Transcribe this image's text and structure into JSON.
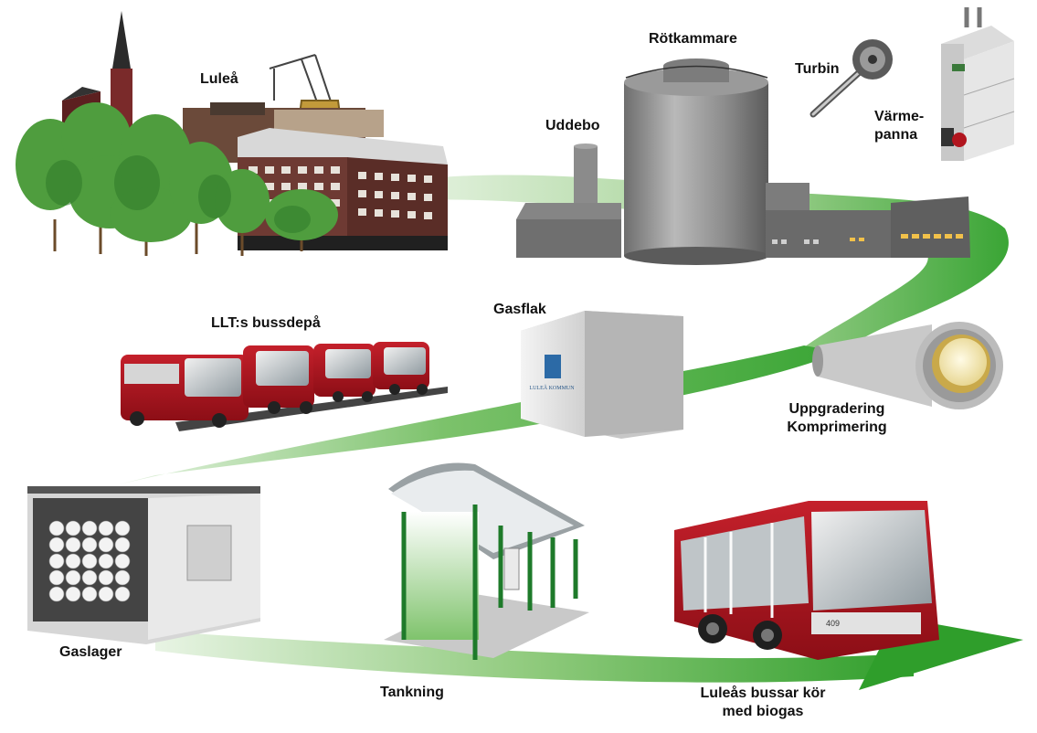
{
  "labels": {
    "lulea": "Luleå",
    "rotkammare": "Rötkammare",
    "turbin": "Turbin",
    "varmepanna_1": "Värme-",
    "varmepanna_2": "panna",
    "uddebo": "Uddebo",
    "gasflak": "Gasflak",
    "bussdepa": "LLT:s bussdepå",
    "uppgradering_1": "Uppgradering",
    "uppgradering_2": "Komprimering",
    "gaslager": "Gaslager",
    "tankning": "Tankning",
    "bussar_1": "Luleås bussar kör",
    "bussar_2": "med biogas"
  },
  "gasflak_logo_text": "LULEÅ KOMMUN",
  "bus_number": "409",
  "colors": {
    "flow_green": "#3aa535",
    "flow_light": "#d8ecd3",
    "bus_red": "#b0141e",
    "concrete": "#8a8a8a",
    "tree_green": "#4a9a3a"
  }
}
